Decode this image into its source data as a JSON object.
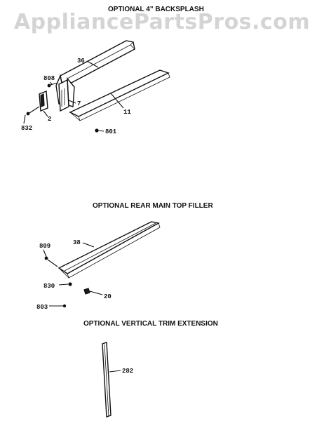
{
  "watermark": "AppliancePartsPros.com",
  "sections": {
    "backsplash": {
      "title": "OPTIONAL 4\" BACKSPLASH",
      "callouts": {
        "c36": "36",
        "c808": "808",
        "c7": "7",
        "c11": "11",
        "c2": "2",
        "c832": "832",
        "c801": "801"
      }
    },
    "rear_filler": {
      "title": "OPTIONAL REAR MAIN TOP FILLER",
      "callouts": {
        "c38": "38",
        "c809": "809",
        "c830": "830",
        "c20": "20",
        "c803": "803"
      }
    },
    "trim_extension": {
      "title": "OPTIONAL VERTICAL TRIM EXTENSION",
      "callouts": {
        "c282": "282"
      }
    }
  }
}
